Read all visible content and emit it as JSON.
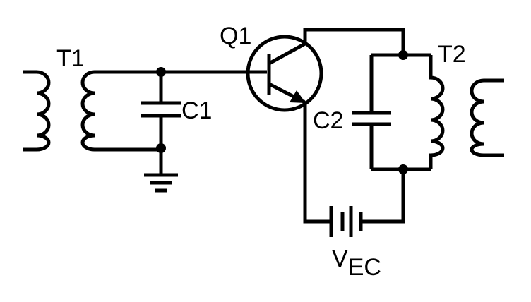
{
  "labels": {
    "t1": "T1",
    "t2": "T2",
    "q1": "Q1",
    "c1": "C1",
    "c2": "C2",
    "vec_main": "V",
    "vec_sub": "EC"
  },
  "colors": {
    "ink": "#000000",
    "background": "#ffffff"
  }
}
